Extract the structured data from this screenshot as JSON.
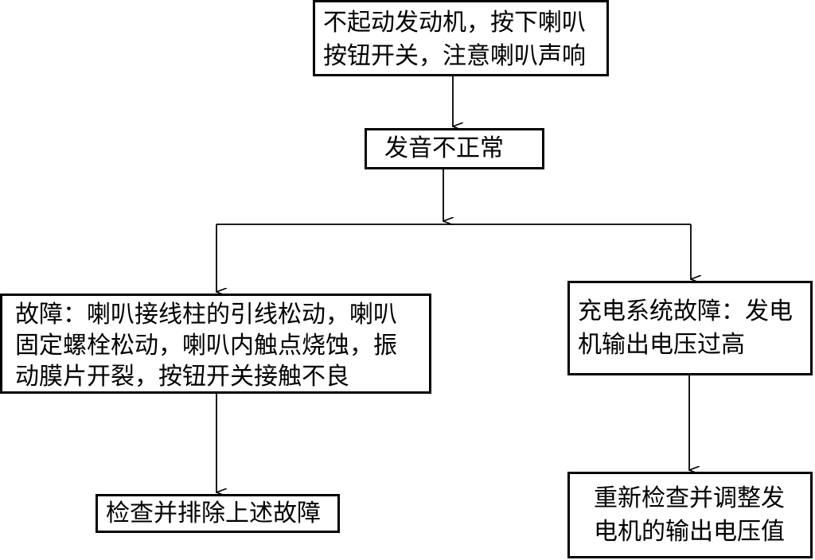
{
  "flowchart": {
    "nodes": {
      "start": {
        "lines": [
          "不起动发动机，按下喇叭",
          "按钮开关，注意喇叭声响"
        ]
      },
      "abnormal": {
        "lines": [
          "发音不正常"
        ]
      },
      "horn_fault": {
        "lines": [
          "故障：喇叭接线柱的引线松动，喇叭",
          "固定螺栓松动，喇叭内触点烧蚀，振",
          "动膜片开裂，按钮开关接触不良"
        ]
      },
      "charging_fault": {
        "lines": [
          "充电系统故障：发电",
          "机输出电压过高"
        ]
      },
      "fix": {
        "lines": [
          "检查并排除上述故障"
        ]
      },
      "adjust": {
        "lines": [
          "重新检查并调整发",
          "电机的输出电压值"
        ]
      }
    },
    "edges": [
      {
        "from": "start",
        "to": "abnormal"
      },
      {
        "from": "abnormal",
        "to": "horn_fault"
      },
      {
        "from": "abnormal",
        "to": "charging_fault"
      },
      {
        "from": "horn_fault",
        "to": "fix"
      },
      {
        "from": "charging_fault",
        "to": "adjust"
      }
    ],
    "line_color": "#000000"
  }
}
